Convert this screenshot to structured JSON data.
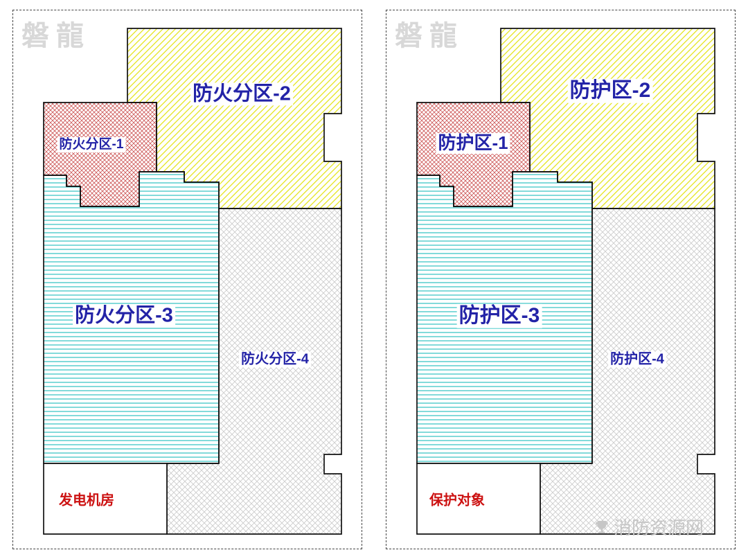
{
  "colors": {
    "outline": "#111111",
    "hatch_yellow": "#e4e41c",
    "hatch_red": "#cc5555",
    "hatch_cyan": "#3fc6c6",
    "hatch_gray": "#cccccc",
    "label_blue": "#2323a7",
    "label_red": "#cc1111",
    "watermark_gray": "#d8d8d8",
    "site_gray": "#c6c6c6"
  },
  "brand_watermark": "磐龍",
  "site_watermark": {
    "icon": "trophy-icon",
    "text": "消防资源网"
  },
  "panels": [
    {
      "name": "fire-compartment-plan",
      "zones": {
        "zone2": "防火分区-2",
        "zone1": "防火分区-1",
        "zone3": "防火分区-3",
        "zone4": "防火分区-4",
        "room": "发电机房"
      }
    },
    {
      "name": "protection-zone-plan",
      "zones": {
        "zone2": "防护区-2",
        "zone1": "防护区-1",
        "zone3": "防护区-3",
        "zone4": "防护区-4",
        "room": "保护对象"
      }
    }
  ]
}
